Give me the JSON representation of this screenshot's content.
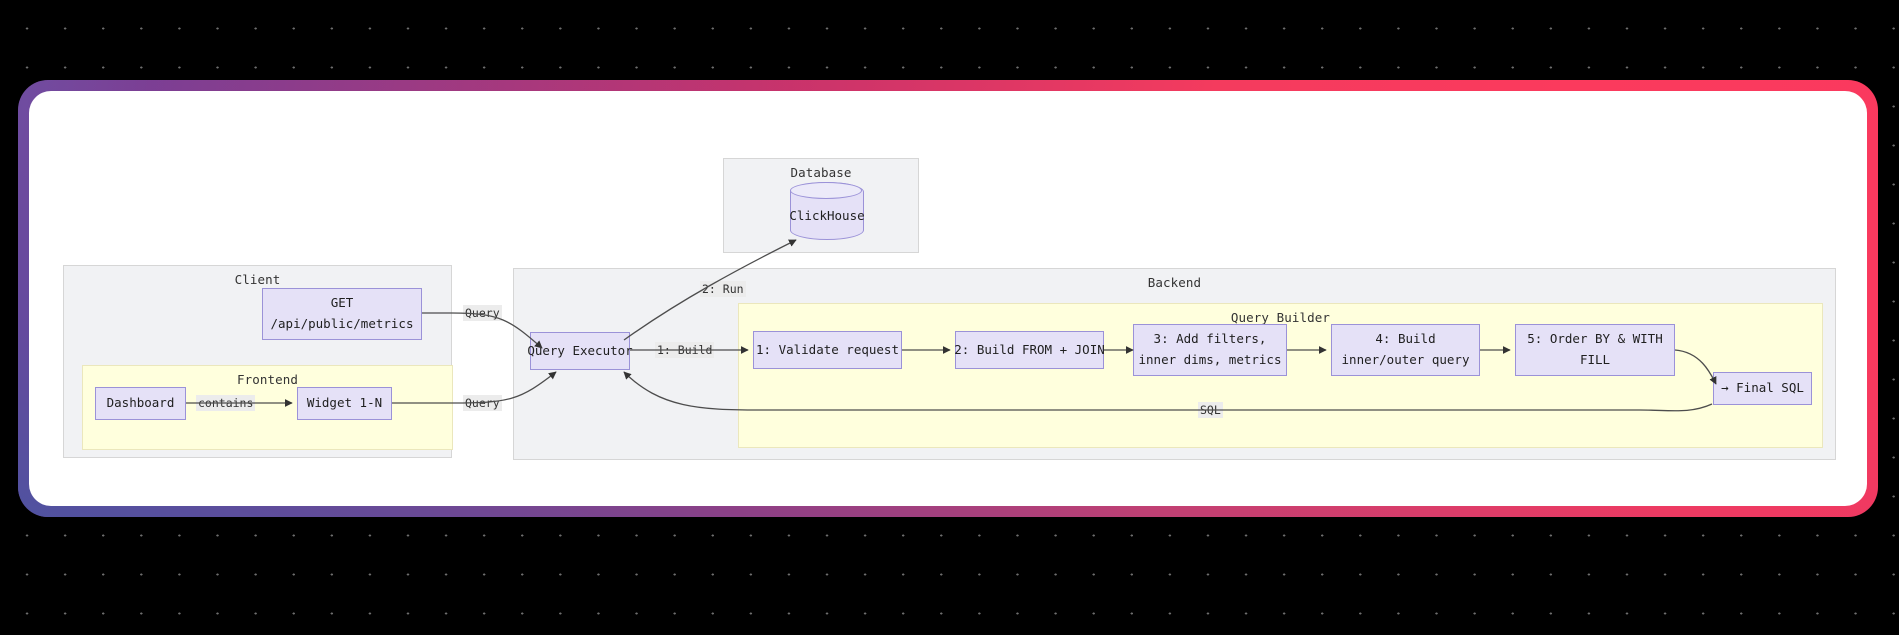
{
  "canvas": {
    "background_color": "#000000",
    "dot_color": "#6e6e6e"
  },
  "frame": {
    "gradient_start": "#6d4fa5",
    "gradient_mid": "#c9336b",
    "gradient_end": "#fb3a5d",
    "inner_background": "#ffffff"
  },
  "palette": {
    "node_fill": "#e5e1f7",
    "node_border": "#9b92d8",
    "cluster_fill": "#f1f2f4",
    "cluster_border": "#d6d6d6",
    "cluster_yellow_fill": "#ffffdd",
    "cluster_yellow_border": "#ebe7bc",
    "edge_label_bg": "#ececec",
    "text_color": "#333333",
    "edge_color": "#4d4d4d"
  },
  "clusters": {
    "client": {
      "label": "Client"
    },
    "frontend": {
      "label": "Frontend"
    },
    "database": {
      "label": "Database"
    },
    "backend": {
      "label": "Backend"
    },
    "query_builder": {
      "label": "Query Builder"
    }
  },
  "nodes": {
    "api_endpoint": {
      "line1": "GET",
      "line2": "/api/public/metrics"
    },
    "dashboard": {
      "label": "Dashboard"
    },
    "widget": {
      "label": "Widget 1-N"
    },
    "clickhouse": {
      "label": "ClickHouse"
    },
    "query_executor": {
      "label": "Query Executor"
    },
    "step1": {
      "label": "1: Validate request"
    },
    "step2": {
      "label": "2: Build FROM + JOIN"
    },
    "step3": {
      "line1": "3: Add filters,",
      "line2": "inner dims, metrics"
    },
    "step4": {
      "line1": "4: Build",
      "line2": "inner/outer query"
    },
    "step5": {
      "line1": "5: Order BY & WITH",
      "line2": "FILL"
    },
    "final_sql": {
      "label": "→ Final SQL"
    }
  },
  "edge_labels": {
    "contains": "contains",
    "query_top": "Query",
    "query_bottom": "Query",
    "run": "2: Run",
    "build": "1: Build",
    "sql": "SQL"
  }
}
